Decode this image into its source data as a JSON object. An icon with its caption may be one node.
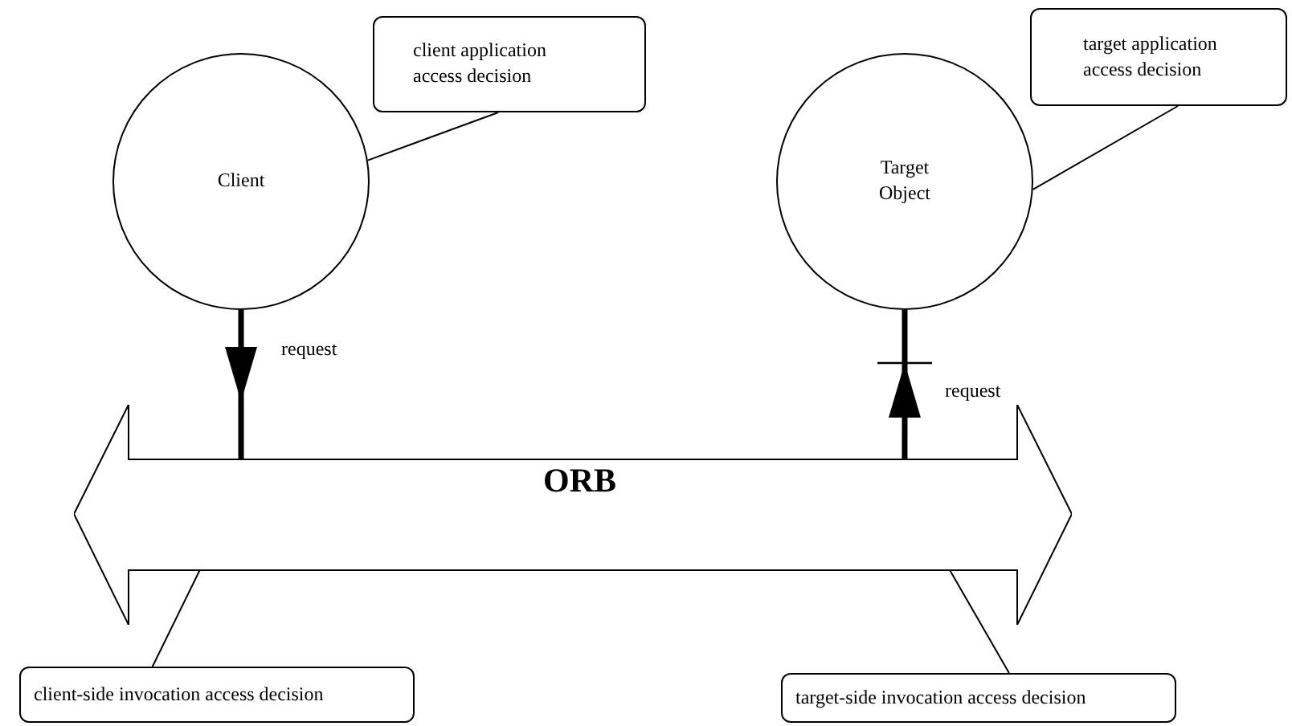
{
  "diagram": {
    "nodes": [
      {
        "text": [
          "client application access decision"
        ]
      },
      {
        "text": [
          "Client"
        ]
      },
      {
        "text": [
          "target application access decision"
        ]
      },
      {
        "text": [
          "Target Object"
        ]
      },
      {
        "text": [
          "ORB"
        ]
      },
      {
        "text": [
          "client-side invocation access decision"
        ]
      },
      {
        "text": [
          "target-side invocation access decision"
        ]
      }
    ],
    "edges": [
      {
        "from": 0,
        "to": 1,
        "arrow": "none"
      },
      {
        "from": 2,
        "to": 3,
        "arrow": "none"
      },
      {
        "from": 1,
        "to": 4,
        "arrow": "to",
        "style": "thick",
        "label": "request"
      },
      {
        "from": 4,
        "to": 3,
        "arrow": "to",
        "style": "thick",
        "label": "request"
      },
      {
        "from": 5,
        "to": 4,
        "arrow": "none"
      },
      {
        "from": 6,
        "to": 4,
        "arrow": "none"
      }
    ]
  }
}
